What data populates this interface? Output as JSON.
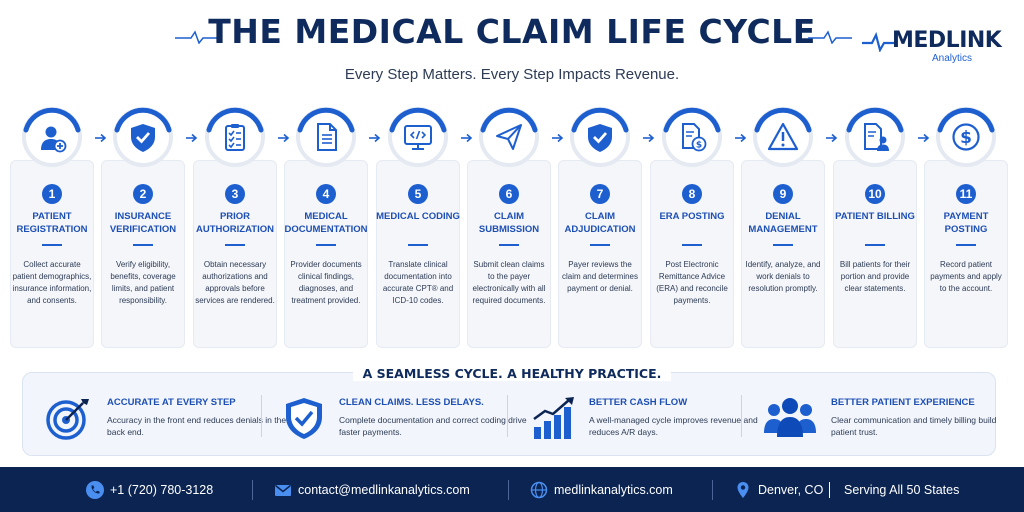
{
  "header": {
    "title": "THE MEDICAL CLAIM LIFE CYCLE",
    "subtitle": "Every Step Matters. Every Step Impacts Revenue.",
    "logo_text": "MEDLINK",
    "logo_sub": "Analytics"
  },
  "colors": {
    "accent": "#1e5fd0",
    "navy": "#0b2452",
    "title": "#0f2a5c"
  },
  "steps": [
    {
      "num": "1",
      "name": "PATIENT REGISTRATION",
      "desc": "Collect accurate patient demographics, insurance information, and consents.",
      "icon": "user-plus-icon"
    },
    {
      "num": "2",
      "name": "INSURANCE VERIFICATION",
      "desc": "Verify eligibility, benefits, coverage limits, and patient responsibility.",
      "icon": "shield-check-icon"
    },
    {
      "num": "3",
      "name": "PRIOR AUTHORIZATION",
      "desc": "Obtain necessary authorizations and approvals before services are rendered.",
      "icon": "clipboard-check-icon"
    },
    {
      "num": "4",
      "name": "MEDICAL DOCUMENTATION",
      "desc": "Provider documents clinical findings, diagnoses, and treatment provided.",
      "icon": "document-icon"
    },
    {
      "num": "5",
      "name": "MEDICAL CODING",
      "desc": "Translate clinical documentation into accurate CPT® and ICD-10 codes.",
      "icon": "monitor-code-icon"
    },
    {
      "num": "6",
      "name": "CLAIM SUBMISSION",
      "desc": "Submit clean claims to the payer electronically with all required documents.",
      "icon": "paper-plane-icon"
    },
    {
      "num": "7",
      "name": "CLAIM ADJUDICATION",
      "desc": "Payer reviews the claim and determines payment or denial.",
      "icon": "shield-check-icon"
    },
    {
      "num": "8",
      "name": "ERA POSTING",
      "desc": "Post Electronic Remittance Advice (ERA) and reconcile payments.",
      "icon": "document-dollar-icon"
    },
    {
      "num": "9",
      "name": "DENIAL MANAGEMENT",
      "desc": "Identify, analyze, and work denials to resolution promptly.",
      "icon": "warning-icon"
    },
    {
      "num": "10",
      "name": "PATIENT BILLING",
      "desc": "Bill patients for their portion and provide clear statements.",
      "icon": "bill-user-icon"
    },
    {
      "num": "11",
      "name": "PAYMENT POSTING",
      "desc": "Record patient payments and apply to the account.",
      "icon": "dollar-circle-icon"
    }
  ],
  "seamless": "A SEAMLESS CYCLE. A HEALTHY PRACTICE.",
  "benefits": [
    {
      "title": "ACCURATE AT EVERY STEP",
      "desc": "Accuracy in the front end reduces denials in the back end.",
      "icon": "target-icon"
    },
    {
      "title": "CLEAN CLAIMS. LESS DELAYS.",
      "desc": "Complete documentation and correct coding drive faster payments.",
      "icon": "shield-check-icon"
    },
    {
      "title": "BETTER CASH FLOW",
      "desc": "A well-managed cycle improves revenue and reduces A/R days.",
      "icon": "growth-chart-icon"
    },
    {
      "title": "BETTER PATIENT EXPERIENCE",
      "desc": "Clear communication and timely billing build patient trust.",
      "icon": "people-icon"
    }
  ],
  "footer": {
    "phone": "+1 (720) 780-3128",
    "email": "contact@medlinkanalytics.com",
    "website": "medlinkanalytics.com",
    "location": "Denver, CO",
    "coverage": "Serving All 50 States"
  }
}
